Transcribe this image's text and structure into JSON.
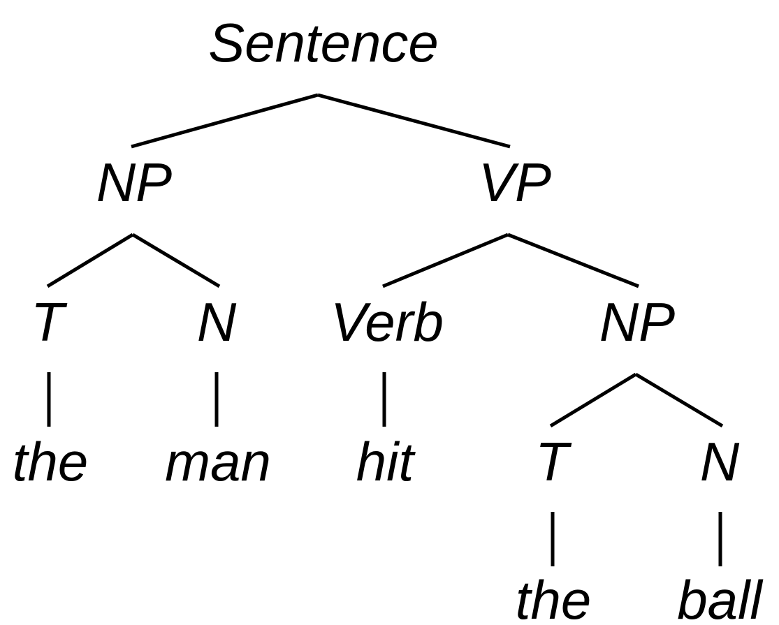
{
  "tree": {
    "label": "Sentence",
    "children": [
      {
        "label": "NP",
        "children": [
          {
            "label": "T",
            "children": [
              {
                "label": "the"
              }
            ]
          },
          {
            "label": "N",
            "children": [
              {
                "label": "man"
              }
            ]
          }
        ]
      },
      {
        "label": "VP",
        "children": [
          {
            "label": "Verb",
            "children": [
              {
                "label": "hit"
              }
            ]
          },
          {
            "label": "NP",
            "children": [
              {
                "label": "T",
                "children": [
                  {
                    "label": "the"
                  }
                ]
              },
              {
                "label": "N",
                "children": [
                  {
                    "label": "ball"
                  }
                ]
              }
            ]
          }
        ]
      }
    ]
  }
}
